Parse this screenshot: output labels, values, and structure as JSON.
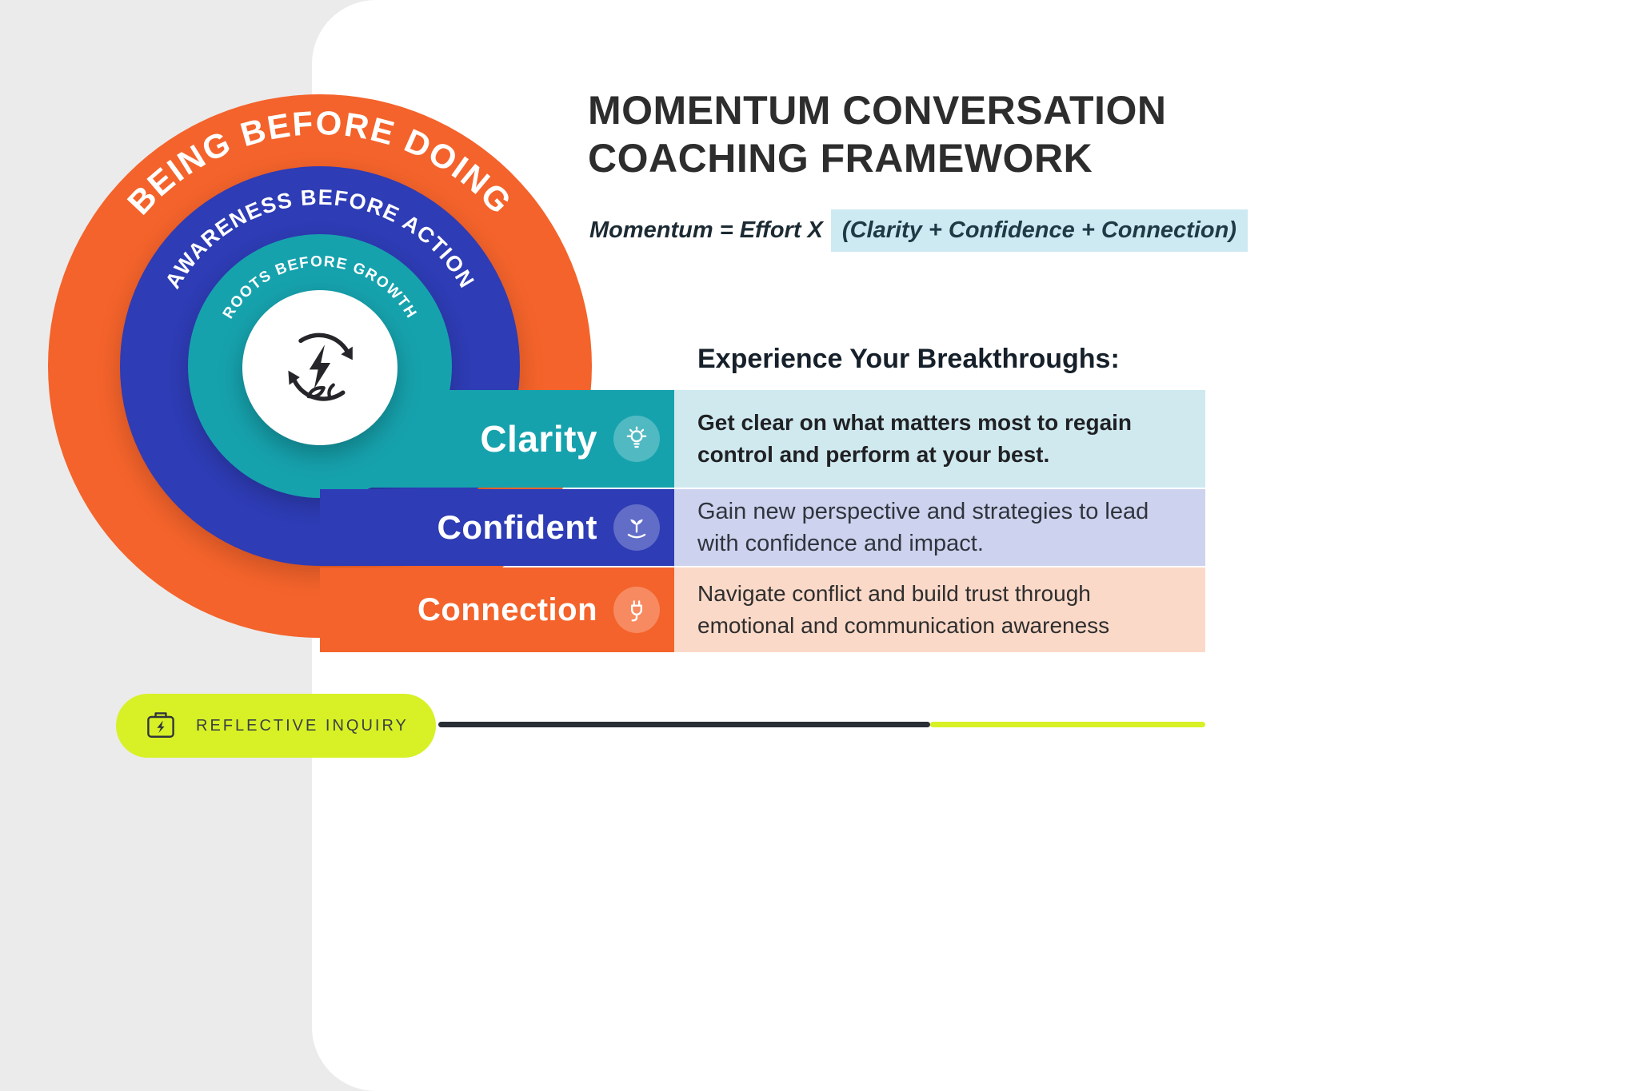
{
  "colors": {
    "orange": "#F4632B",
    "blue": "#2E3CB5",
    "teal": "#16A2AD",
    "lime": "#D7F126",
    "formula_highlight_bg": "#CDEAF2",
    "box_clarity": "#CFE9EF",
    "box_confident": "#CDD3EE",
    "box_connection": "#FBD9C8"
  },
  "rings": {
    "outer_label": "BEING BEFORE DOING",
    "middle_label": "AWARENESS BEFORE ACTION",
    "inner_label": "ROOTS BEFORE GROWTH",
    "center_icon": "renewal-cycle-icon"
  },
  "header": {
    "title_line1": "MOMENTUM CONVERSATION",
    "title_line2": "COACHING FRAMEWORK",
    "formula_prefix": "Momentum = Effort X",
    "formula_highlight": "(Clarity + Confidence + Connection)"
  },
  "breakthroughs": {
    "heading": "Experience Your Breakthroughs:",
    "rows": [
      {
        "label": "Clarity",
        "icon": "mind-clarity-icon",
        "description": "Get clear on what matters most to regain control and perform at your best."
      },
      {
        "label": "Confident",
        "icon": "growth-mindset-icon",
        "description": "Gain new perspective and strategies to lead with confidence and impact."
      },
      {
        "label": "Connection",
        "icon": "plug-connection-icon",
        "description": "Navigate conflict and build trust through emotional and communication awareness"
      }
    ]
  },
  "footer": {
    "badge_label": "REFLECTIVE INQUIRY",
    "badge_icon": "battery-icon"
  }
}
